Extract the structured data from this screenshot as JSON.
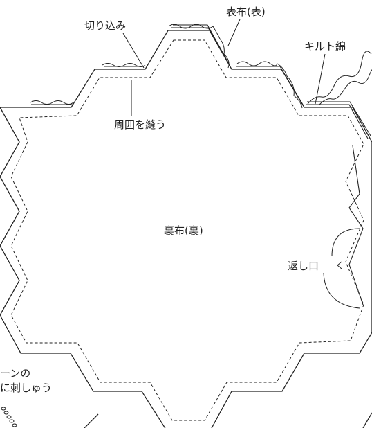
{
  "labels": {
    "top_fabric": "表布(表)",
    "cut_in": "切り込み",
    "quilt_batting": "キルト綿",
    "sew_around": "周囲を縫う",
    "back_fabric": "裏布(裏)",
    "return_opening": "返し口",
    "embroidery_line1": "ーンの",
    "embroidery_line2": "に刺しゅう"
  },
  "colors": {
    "line": "#222222",
    "background": "#ffffff"
  }
}
